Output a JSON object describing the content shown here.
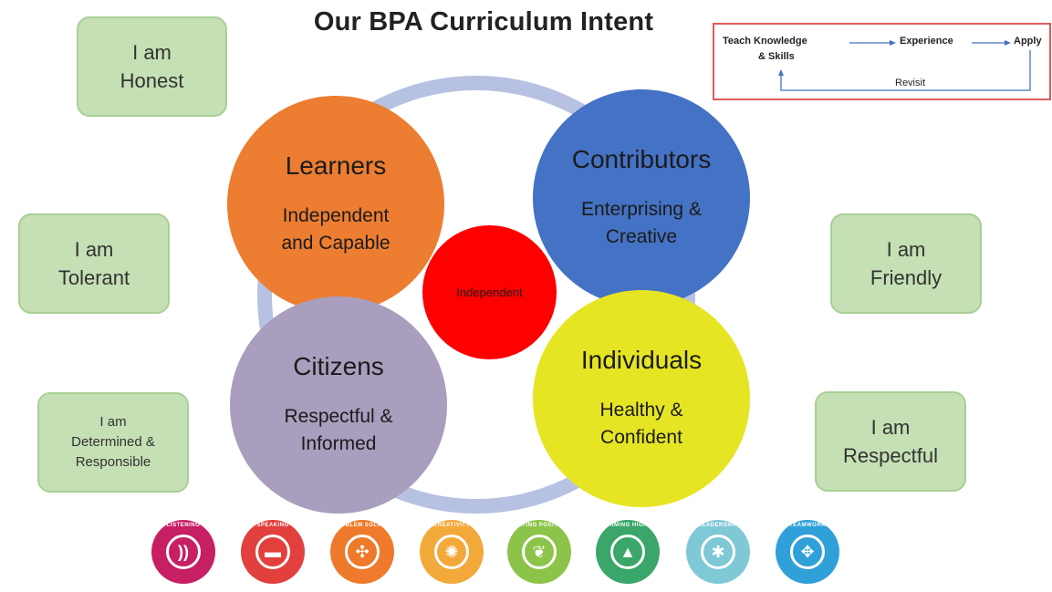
{
  "title": "Our BPA Curriculum Intent",
  "circles": {
    "learners": {
      "heading": "Learners",
      "line1": "Independent",
      "line2": "and Capable"
    },
    "contributors": {
      "heading": "Contributors",
      "line1": "Enterprising &",
      "line2": "Creative"
    },
    "citizens": {
      "heading": "Citizens",
      "line1": "Respectful &",
      "line2": "Informed"
    },
    "individuals": {
      "heading": "Individuals",
      "line1": "Healthy &",
      "line2": "Confident"
    },
    "center": {
      "label": "Independent"
    }
  },
  "boxes": {
    "honest": {
      "line1": "I am",
      "line2": "Honest"
    },
    "tolerant": {
      "line1": "I am",
      "line2": "Tolerant"
    },
    "determined": {
      "line1": "I am",
      "line2": "Determined &",
      "line3": "Responsible"
    },
    "friendly": {
      "line1": "I am",
      "line2": "Friendly"
    },
    "respectful": {
      "line1": "I am",
      "line2": "Respectful"
    }
  },
  "flow": {
    "step1_line1": "Teach Knowledge",
    "step1_line2": "& Skills",
    "step2": "Experience",
    "step3": "Apply",
    "loop": "Revisit"
  },
  "skill_icons": [
    {
      "name": "listening",
      "label": "LISTENING",
      "color": "#c71f63",
      "glyph": "))"
    },
    {
      "name": "speaking",
      "label": "SPEAKING",
      "color": "#e2403d",
      "glyph": "▬"
    },
    {
      "name": "problem-solving",
      "label": "PROBLEM SOLVING",
      "color": "#ef7a2b",
      "glyph": "✣"
    },
    {
      "name": "creativity",
      "label": "CREATIVITY",
      "color": "#f3a93a",
      "glyph": "✺"
    },
    {
      "name": "staying-positive",
      "label": "STAYING POSITIVE",
      "color": "#8cc44a",
      "glyph": "❦"
    },
    {
      "name": "aiming-high",
      "label": "AIMING HIGH",
      "color": "#3aa66a",
      "glyph": "▲"
    },
    {
      "name": "leadership",
      "label": "LEADERSHIP",
      "color": "#7fc8d6",
      "glyph": "✱"
    },
    {
      "name": "teamwork",
      "label": "TEAMWORK",
      "color": "#2fa0d8",
      "glyph": "✥"
    }
  ]
}
